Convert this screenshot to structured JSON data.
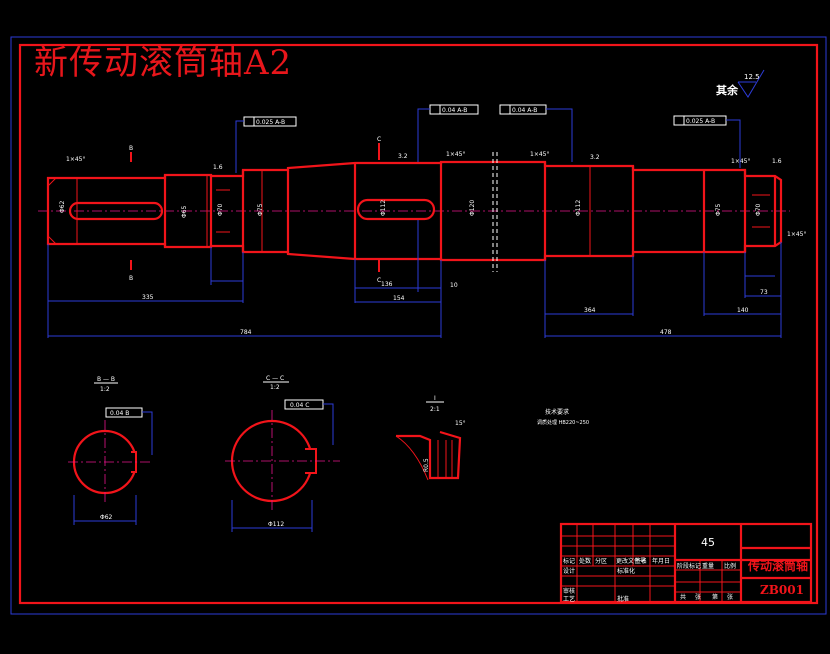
{
  "drawing": {
    "title": "新传动滚筒轴A2",
    "roughness_note": "其余",
    "roughness_value": "12.5"
  },
  "tolerances": {
    "runout_left": "0.025 A-B",
    "runout_mid1": "0.04 A-B",
    "runout_mid2": "0.04 A-B",
    "runout_right": "0.025 A-B",
    "section_b_sym": "0.04 B",
    "section_c_sym": "0.04 C"
  },
  "sections": {
    "section_b_label": "B — B",
    "section_b_scale": "1:2",
    "section_c_label": "C — C",
    "section_c_scale": "1:2",
    "detail_label": "I",
    "detail_scale": "2:1",
    "section_b_dia": "Φ62",
    "section_c_dia": "Φ112"
  },
  "dimensions": {
    "d_136": "136",
    "d_154": "154",
    "d_10": "10",
    "d_left_overall": "335",
    "d_total": "784",
    "d_right_1": "364",
    "d_right_2": "478",
    "d_right_3": "140",
    "d_right_4": "73"
  },
  "notes": {
    "tech_title": "技术要求",
    "tech_line": "调质处理 HB220~250"
  },
  "title_block": {
    "material": "45",
    "part_name": "传动滚筒轴",
    "drawing_no": "ZB001",
    "row_labels": [
      "标记",
      "处数",
      "分区",
      "更改文件号",
      "签名",
      "年月日"
    ],
    "designer": "设计",
    "standard": "标准化",
    "checker": "审核",
    "process": "工艺",
    "approve": "批准",
    "stage_mark": "阶段标记",
    "weight": "重量",
    "scale": "比例",
    "sheet_total": "共",
    "sheet": "张",
    "sheet_no": "第"
  },
  "colors": {
    "background": "#000000",
    "frame": "#f2141a",
    "dimension": "#2d3bd7",
    "centerline": "#e6158c",
    "text": "#ffffff"
  }
}
